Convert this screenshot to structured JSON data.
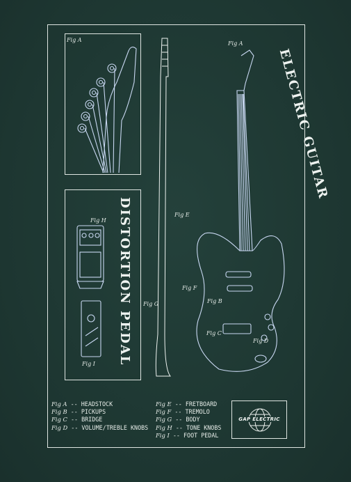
{
  "titles": {
    "guitar": "ELECTRIC GUITAR",
    "pedal": "DISTORTION PEDAL"
  },
  "figure_labels": {
    "headstock_panel": "Fig A",
    "main_guitar_a": "Fig A",
    "pedal_h": "Fig H",
    "pedal_i": "Fig I",
    "fretboard": "Fig E",
    "tremolo": "Fig F",
    "body": "Fig G",
    "pickups": "Fig B",
    "bridge": "Fig C",
    "knobs": "Fig D"
  },
  "legend": {
    "left": [
      {
        "key": "Fig A",
        "desc": "-- HEADSTOCK"
      },
      {
        "key": "Fig B",
        "desc": "-- PICKUPS"
      },
      {
        "key": "Fig C",
        "desc": "-- BRIDGE"
      },
      {
        "key": "Fig D",
        "desc": "-- VOLUME/TREBLE KNOBS"
      }
    ],
    "right": [
      {
        "key": "Fig E",
        "desc": "-- FRETBOARD"
      },
      {
        "key": "Fig F",
        "desc": "-- TREMOLO"
      },
      {
        "key": "Fig G",
        "desc": "-- BODY"
      },
      {
        "key": "Fig H",
        "desc": "-- TONE KNOBS"
      },
      {
        "key": "Fig I",
        "desc": "-- FOOT PEDAL"
      }
    ]
  },
  "brand": "GAP ELECTRIC",
  "colors": {
    "fabric": "#1f3a35",
    "line": "#dfe6e2",
    "sketch": "#c9d8f2"
  }
}
